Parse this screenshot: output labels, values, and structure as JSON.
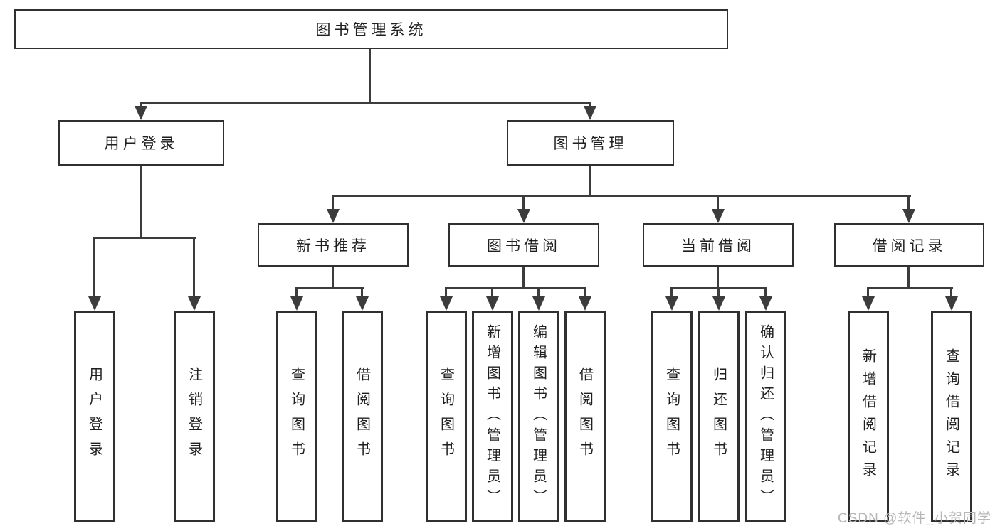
{
  "tree": {
    "label": "图书管理系统",
    "children": [
      {
        "label": "用户登录",
        "children": [
          {
            "label": "用户登录"
          },
          {
            "label": "注销登录"
          }
        ]
      },
      {
        "label": "图书管理",
        "children": [
          {
            "label": "新书推荐",
            "children": [
              {
                "label": "查询图书"
              },
              {
                "label": "借阅图书"
              }
            ]
          },
          {
            "label": "图书借阅",
            "children": [
              {
                "label": "查询图书"
              },
              {
                "label": "新增图书（管理员）"
              },
              {
                "label": "编辑图书（管理员）"
              },
              {
                "label": "借阅图书"
              }
            ]
          },
          {
            "label": "当前借阅",
            "children": [
              {
                "label": "查询图书"
              },
              {
                "label": "归还图书"
              },
              {
                "label": "确认归还（管理员）"
              }
            ]
          },
          {
            "label": "借阅记录",
            "children": [
              {
                "label": "新增借阅记录"
              },
              {
                "label": "查询借阅记录"
              }
            ]
          }
        ]
      }
    ]
  },
  "watermark": "CSDN @软件_小贺同学",
  "colors": {
    "background": "#ffffff",
    "box_border": "#303030",
    "connector_line": "#3c3c3c",
    "text": "#1f1f1f",
    "watermark_text": "#b7b7b7"
  }
}
